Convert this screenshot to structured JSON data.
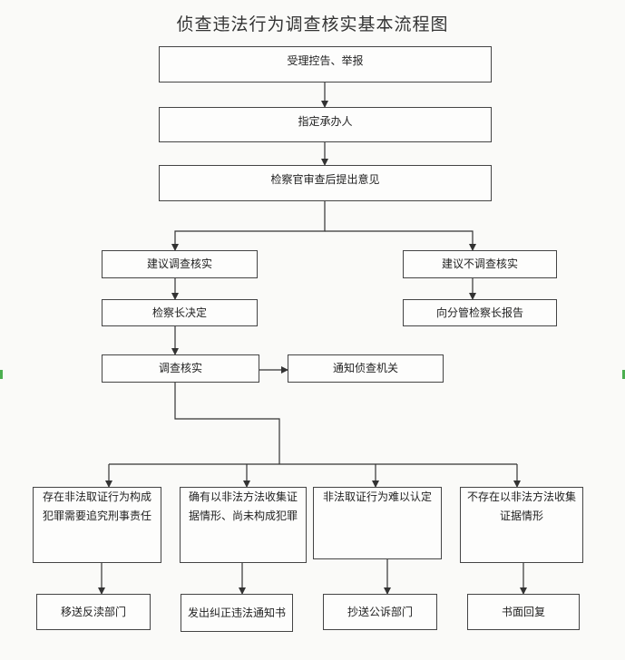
{
  "title": "侦查违法行为调查核实基本流程图",
  "nodes": {
    "accept": "受理控告、举报",
    "assign": "指定承办人",
    "review": "检察官审查后提出意见",
    "suggest_investigate": "建议调查核实",
    "suggest_not_investigate": "建议不调查核实",
    "chief_decision": "检察长决定",
    "report_chief": "向分管检察长报告",
    "investigate": "调查核实",
    "notify_agency": "通知侦查机关",
    "outcome_crime": "存在非法取证行为构成犯罪需要追究刑事责任",
    "outcome_violation": "确有以非法方法收集证据情形、尚未构成犯罪",
    "outcome_unclear": "非法取证行为难以认定",
    "outcome_none": "不存在以非法方法收集证据情形",
    "action_transfer": "移送反渎部门",
    "action_notice": "发出纠正违法通知书",
    "action_copy": "抄送公诉部门",
    "action_reply": "书面回复"
  }
}
